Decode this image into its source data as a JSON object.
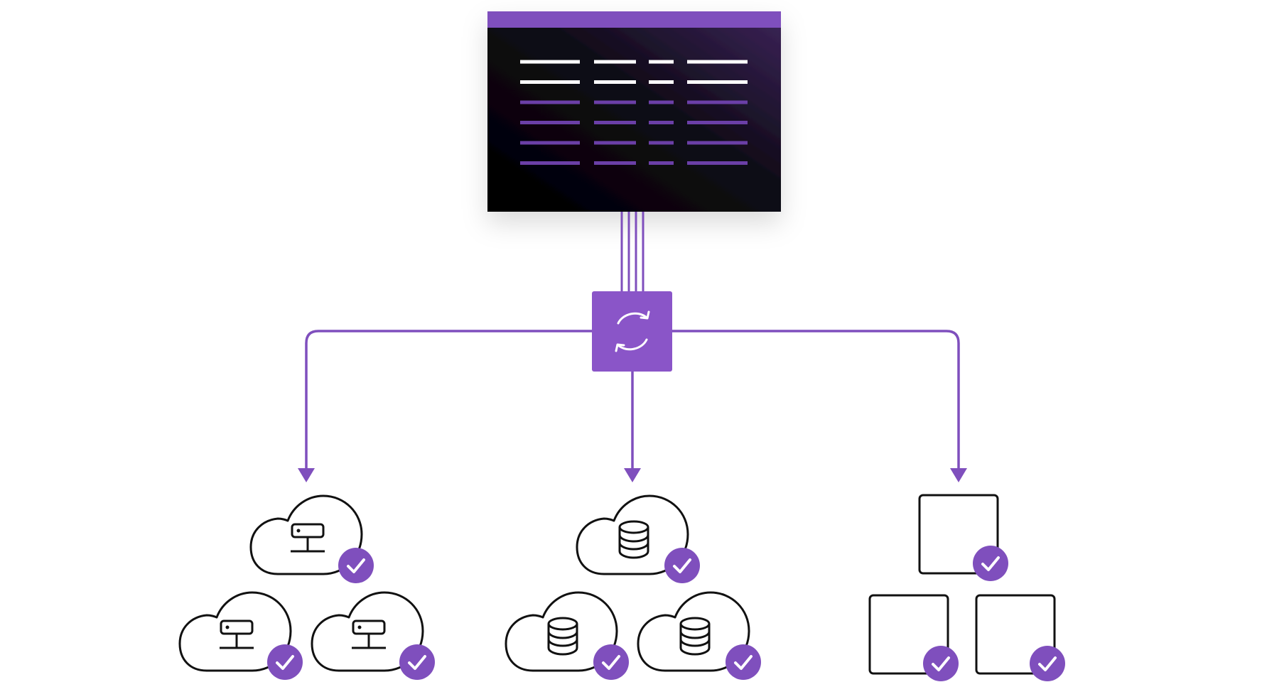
{
  "colors": {
    "accent": "#7f4fbd",
    "accent_light": "#8a55c8",
    "panel_dark": "#0b0810",
    "panel_purple": "#3c2459",
    "line_white": "#ffffff",
    "line_purple": "#6b3fa7",
    "outline": "#111111",
    "background": "#ffffff"
  },
  "source": {
    "icon": "spreadsheet-panel",
    "header_rows": 2,
    "data_rows": 4,
    "columns": 4
  },
  "hub": {
    "icon": "sync-icon"
  },
  "targets": [
    {
      "name": "cloud-servers",
      "shape": "cloud",
      "icon": "server-icon",
      "count": 3,
      "status_icon": "check-badge-icon"
    },
    {
      "name": "cloud-databases",
      "shape": "cloud",
      "icon": "database-icon",
      "count": 3,
      "status_icon": "check-badge-icon"
    },
    {
      "name": "on-prem-boxes",
      "shape": "box",
      "icon": "square-box-icon",
      "count": 3,
      "status_icon": "check-badge-icon"
    }
  ]
}
